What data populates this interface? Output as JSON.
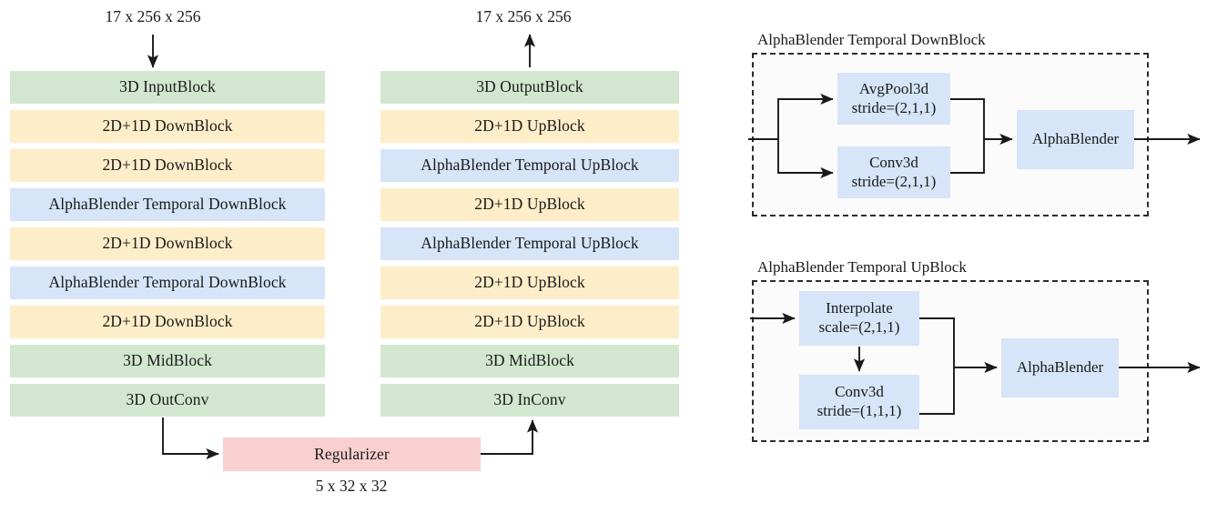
{
  "figure": {
    "colors": {
      "green": "#d3e7d0",
      "yellow": "#fdeec9",
      "blue": "#d6e5f8",
      "pink": "#f8d0d0",
      "stroke": "#2b2b2b",
      "panel_bg": "#fbfbfb"
    }
  },
  "encoder": {
    "input_label": "17 x 256 x 256",
    "blocks": [
      {
        "label": "3D InputBlock",
        "color": "green"
      },
      {
        "label": "2D+1D DownBlock",
        "color": "yellow"
      },
      {
        "label": "2D+1D DownBlock",
        "color": "yellow"
      },
      {
        "label": "AlphaBlender Temporal DownBlock",
        "color": "blue"
      },
      {
        "label": "2D+1D DownBlock",
        "color": "yellow"
      },
      {
        "label": "AlphaBlender Temporal DownBlock",
        "color": "blue"
      },
      {
        "label": "2D+1D DownBlock",
        "color": "yellow"
      },
      {
        "label": "3D MidBlock",
        "color": "green"
      },
      {
        "label": "3D OutConv",
        "color": "green"
      }
    ]
  },
  "decoder": {
    "output_label": "17 x 256 x 256",
    "blocks": [
      {
        "label": "3D OutputBlock",
        "color": "green"
      },
      {
        "label": "2D+1D UpBlock",
        "color": "yellow"
      },
      {
        "label": "AlphaBlender Temporal UpBlock",
        "color": "blue"
      },
      {
        "label": "2D+1D UpBlock",
        "color": "yellow"
      },
      {
        "label": "AlphaBlender Temporal UpBlock",
        "color": "blue"
      },
      {
        "label": "2D+1D UpBlock",
        "color": "yellow"
      },
      {
        "label": "2D+1D UpBlock",
        "color": "yellow"
      },
      {
        "label": "3D MidBlock",
        "color": "green"
      },
      {
        "label": "3D InConv",
        "color": "green"
      }
    ]
  },
  "bottleneck": {
    "label": "Regularizer",
    "latent_label": "5 x 32 x 32",
    "color": "pink"
  },
  "downblock_panel": {
    "title": "AlphaBlender Temporal DownBlock",
    "branch_top": {
      "line1": "AvgPool3d",
      "line2": "stride=(2,1,1)"
    },
    "branch_bottom": {
      "line1": "Conv3d",
      "line2": "stride=(2,1,1)"
    },
    "merge": {
      "line1": "AlphaBlender"
    }
  },
  "upblock_panel": {
    "title": "AlphaBlender Temporal UpBlock",
    "stage_top": {
      "line1": "Interpolate",
      "line2": "scale=(2,1,1)"
    },
    "stage_bottom": {
      "line1": "Conv3d",
      "line2": "stride=(1,1,1)"
    },
    "merge": {
      "line1": "AlphaBlender"
    }
  }
}
